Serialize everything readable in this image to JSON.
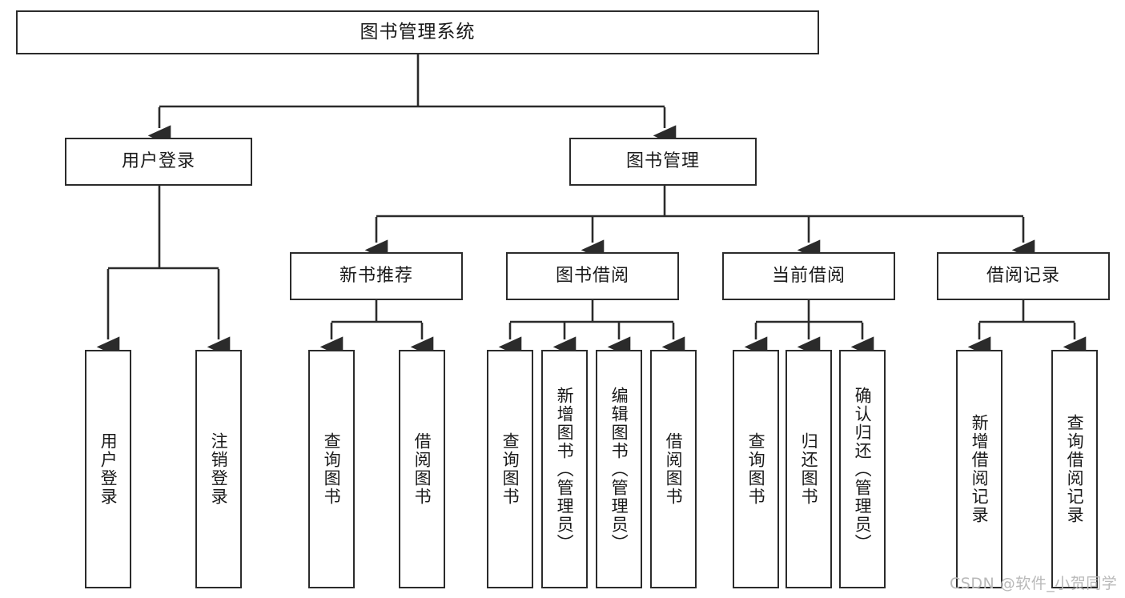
{
  "diagram": {
    "title": "图书管理系统",
    "type": "tree-hierarchy-chart",
    "colors": {
      "box_border": "#2b2b2b",
      "box_fill": "#ffffff",
      "edge": "#2b2b2b",
      "watermark": "#b9b9b9",
      "background": "#ffffff"
    }
  },
  "nodes": {
    "root": {
      "label": "图书管理系统"
    },
    "level2": [
      {
        "id": "user-login",
        "label": "用户登录"
      },
      {
        "id": "book-management",
        "label": "图书管理"
      }
    ],
    "level3": [
      {
        "id": "new-book-recommend",
        "label": "新书推荐"
      },
      {
        "id": "book-borrow",
        "label": "图书借阅"
      },
      {
        "id": "current-borrow",
        "label": "当前借阅"
      },
      {
        "id": "borrow-record",
        "label": "借阅记录"
      }
    ],
    "leaves": {
      "user_login": [
        {
          "id": "leaf-user-login",
          "label": "用户登录"
        },
        {
          "id": "leaf-logout-login",
          "label": "注销登录"
        }
      ],
      "new_book_recommend": [
        {
          "id": "leaf-query-book-1",
          "label": "查询图书"
        },
        {
          "id": "leaf-borrow-book-1",
          "label": "借阅图书"
        }
      ],
      "book_borrow": [
        {
          "id": "leaf-query-book-2",
          "label": "查询图书"
        },
        {
          "id": "leaf-add-book-admin",
          "label": "新增图书（管理员）"
        },
        {
          "id": "leaf-edit-book-admin",
          "label": "编辑图书（管理员）"
        },
        {
          "id": "leaf-borrow-book-2",
          "label": "借阅图书"
        }
      ],
      "current_borrow": [
        {
          "id": "leaf-query-book-3",
          "label": "查询图书"
        },
        {
          "id": "leaf-return-book",
          "label": "归还图书"
        },
        {
          "id": "leaf-confirm-return-admin",
          "label": "确认归还（管理员）"
        }
      ],
      "borrow_record": [
        {
          "id": "leaf-add-borrow-record",
          "label": "新增借阅记录"
        },
        {
          "id": "leaf-query-borrow-record",
          "label": "查询借阅记录"
        }
      ]
    }
  },
  "watermark": {
    "text": "CSDN @软件_小贺同学"
  }
}
